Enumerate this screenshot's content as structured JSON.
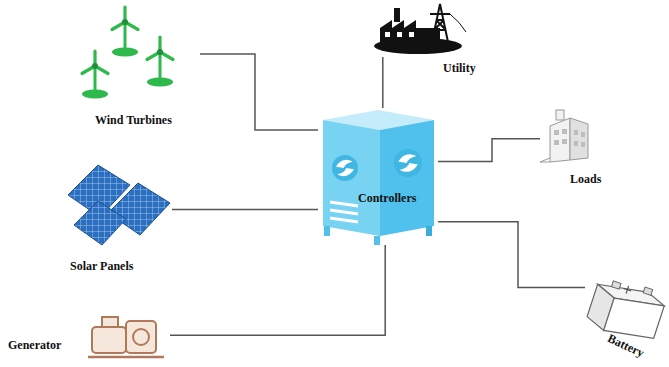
{
  "diagram": {
    "nodes": [
      {
        "text": [
          "Wind Turbines"
        ]
      },
      {
        "text": [
          "Utility"
        ]
      },
      {
        "text": [
          "Controllers"
        ]
      },
      {
        "text": [
          "Loads"
        ]
      },
      {
        "text": [
          "Solar Panels"
        ]
      },
      {
        "text": [
          "Battery"
        ]
      },
      {
        "text": [
          "Generator"
        ]
      }
    ],
    "edges": [
      {
        "from": 2,
        "to": 0,
        "arrow": "none"
      },
      {
        "from": 2,
        "to": 1,
        "arrow": "none"
      },
      {
        "from": 2,
        "to": 3,
        "arrow": "none"
      },
      {
        "from": 2,
        "to": 4,
        "arrow": "none"
      },
      {
        "from": 2,
        "to": 5,
        "arrow": "none"
      },
      {
        "from": 2,
        "to": 6,
        "arrow": "none"
      }
    ]
  }
}
